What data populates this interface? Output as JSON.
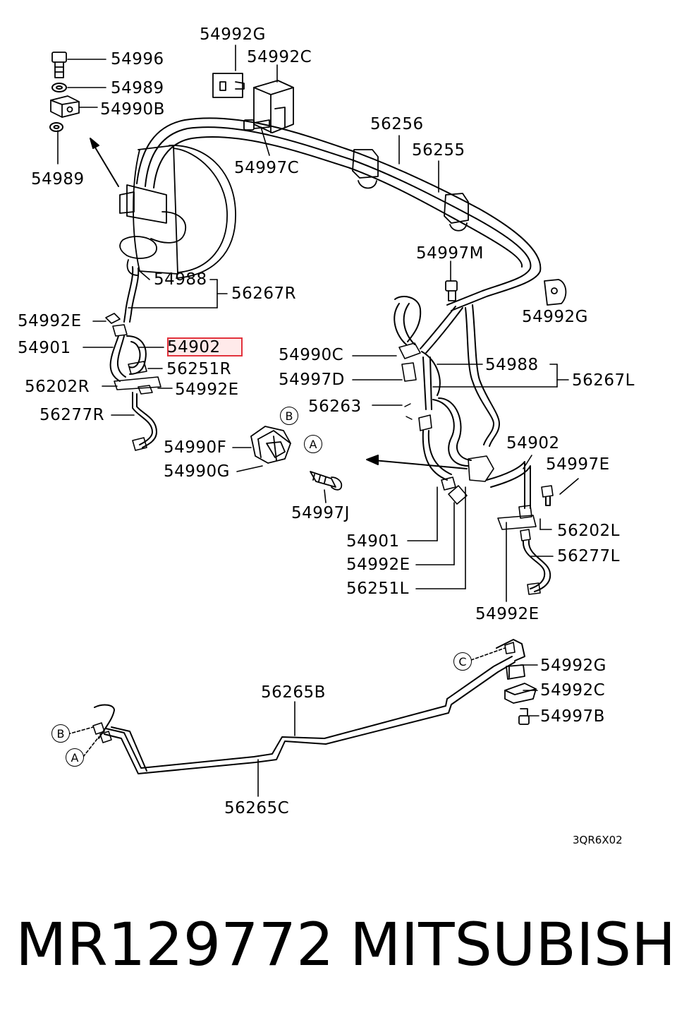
{
  "diagram": {
    "labels": {
      "l54992G_top": "54992G",
      "l54992C_top": "54992C",
      "l54996": "54996",
      "l54989_a": "54989",
      "l54990B": "54990B",
      "l54989_b": "54989",
      "l56256": "56256",
      "l56255": "56255",
      "l54997C": "54997C",
      "l54997M": "54997M",
      "l54988_r": "54988",
      "l56267R": "56267R",
      "l54992G_r": "54992G",
      "l54992E_a": "54992E",
      "l54901_a": "54901",
      "l54902_a": "54902",
      "l56251R": "56251R",
      "l56202R": "56202R",
      "l54992E_b": "54992E",
      "l56277R": "56277R",
      "l54990C": "54990C",
      "l54988_l": "54988",
      "l56267L": "56267L",
      "l54997D": "54997D",
      "l56263": "56263",
      "l54990F": "54990F",
      "l54990G": "54990G",
      "l54997J": "54997J",
      "l54902_b": "54902",
      "l54997E": "54997E",
      "l56202L": "56202L",
      "l56277L": "56277L",
      "l54901_b": "54901",
      "l54992E_c": "54992E",
      "l56251L": "56251L",
      "l54992E_d": "54992E",
      "l54992G_b": "54992G",
      "l54992C_b": "54992C",
      "l54997B": "54997B",
      "l56265B": "56265B",
      "l56265C": "56265C"
    },
    "refs": {
      "A": "A",
      "B": "B",
      "C": "C"
    },
    "diagram_code": "3QR6X02",
    "highlighted_part": "54902"
  },
  "footer": {
    "part_number": "MR129772",
    "brand": "MITSUBISHI"
  },
  "colors": {
    "highlight": "#e2323c",
    "ink": "#000000"
  }
}
